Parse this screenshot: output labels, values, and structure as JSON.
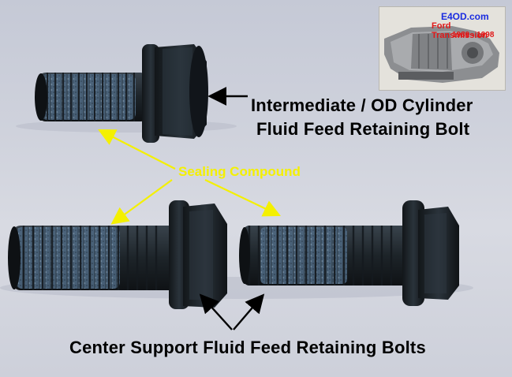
{
  "logo": {
    "site": "E4OD.com",
    "brand": "Ford Transmission",
    "years": "1989 - 1998"
  },
  "labels": {
    "intermediate_line1": "Intermediate / OD Cylinder",
    "intermediate_line2": "Fluid Feed Retaining Bolt",
    "sealing": "Sealing Compound",
    "center": "Center Support Fluid Feed Retaining Bolts"
  },
  "colors": {
    "annotation_arrow": "#f4f000",
    "pointer_arrow": "#000000",
    "bolt_body": "#1c2228",
    "sealing_compound": "#5b7690"
  }
}
